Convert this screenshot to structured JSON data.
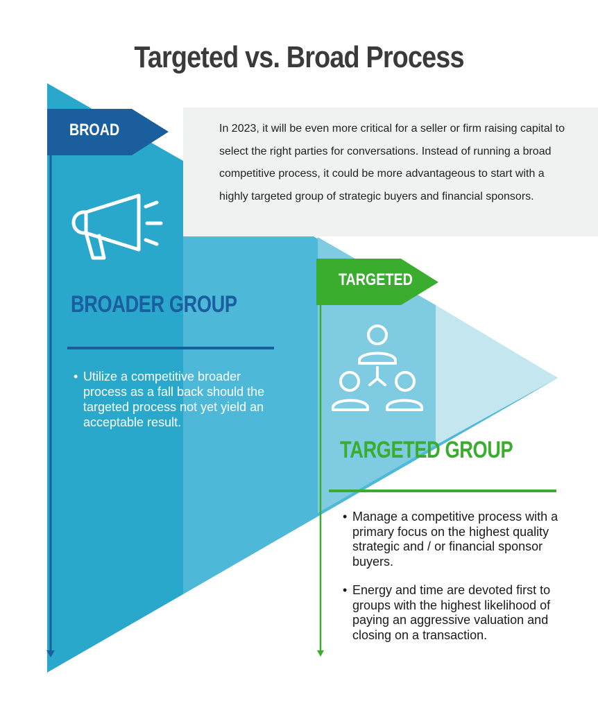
{
  "title": "Targeted vs. Broad Process",
  "broad": {
    "flag_label": "BROAD",
    "icon": "megaphone-icon",
    "group_title": "BROADER GROUP",
    "bullets": [
      "Utilize a competitive broader process as a fall back should the targeted process not yet yield an acceptable result."
    ]
  },
  "intro": {
    "text": "In 2023, it will be even more critical for a seller or firm raising capital to select the right parties for conversations. Instead of running a broad competitive process, it could be more advantageous to start with a highly targeted group of strategic buyers and financial sponsors."
  },
  "targeted": {
    "flag_label": "TARGETED",
    "icon": "people-network-icon",
    "group_title": "TARGETED GROUP",
    "bullets": [
      "Manage a competitive process with a primary focus on the highest quality strategic and / or financial sponsor buyers.",
      "Energy and time are devoted first to groups with the highest likelihood of paying an aggressive valuation and closing on a transaction."
    ]
  },
  "colors": {
    "broad_dark": "#2aa8cc",
    "broad_light": "#4db8d8",
    "flag_blue": "#1a5e9e",
    "targeted_mid": "#7fcbe2",
    "targeted_light": "#c4e6ef",
    "flag_green": "#3aad2f",
    "intro_bg": "#f0f1f1",
    "title": "#3a3a3a"
  }
}
